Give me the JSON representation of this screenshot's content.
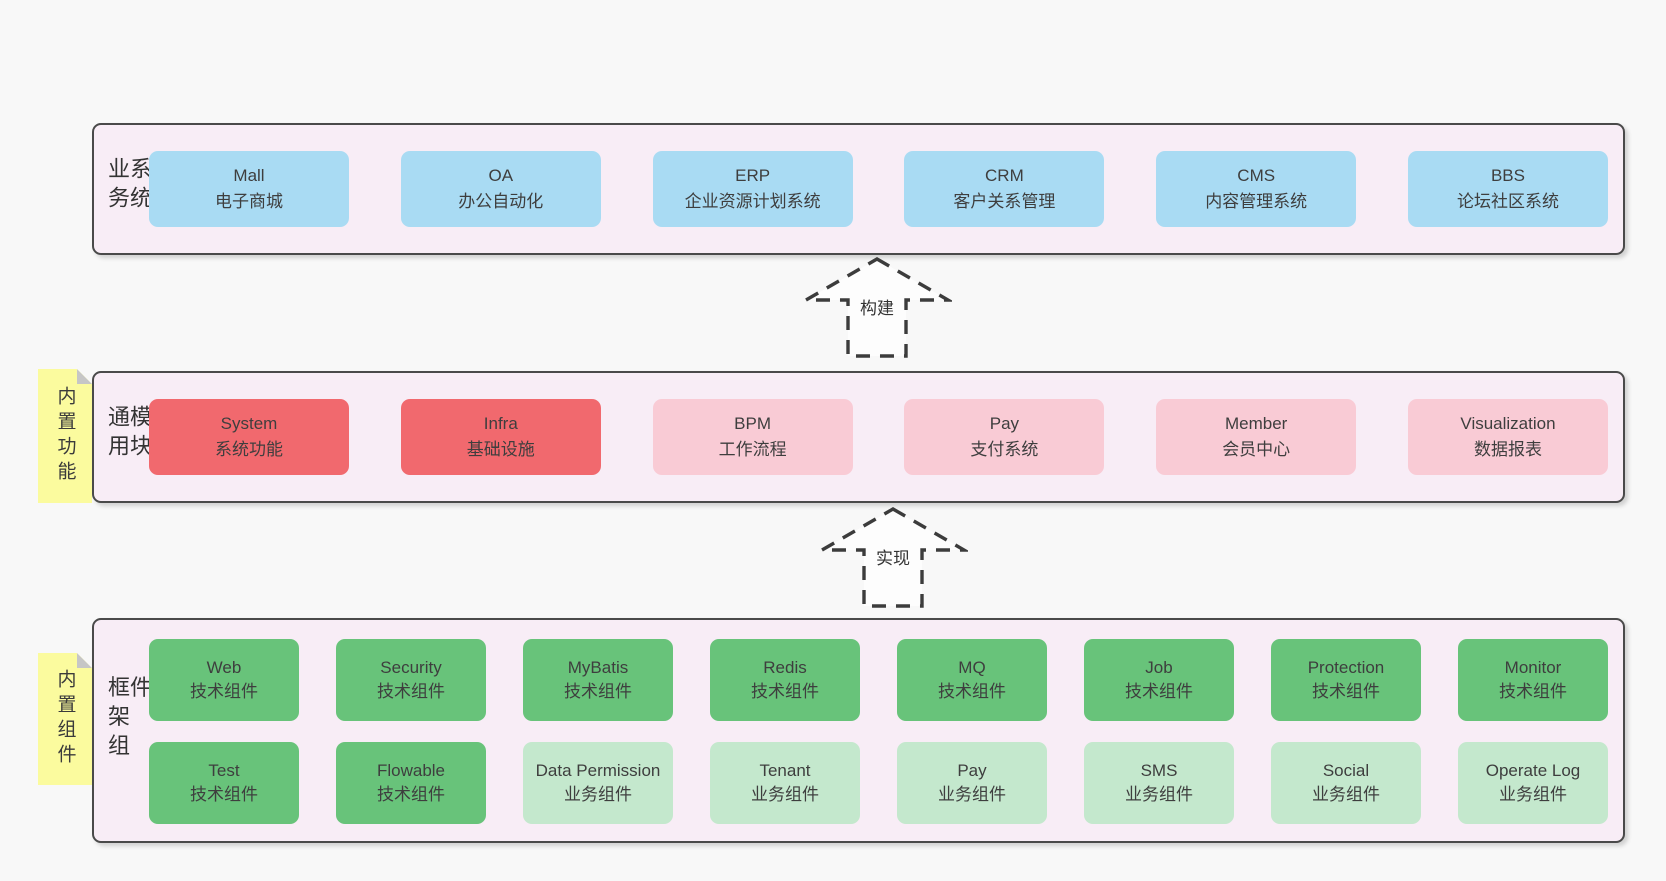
{
  "layers": {
    "business": {
      "side_label": "业务系统",
      "items": [
        {
          "en": "Mall",
          "zh": "电子商城"
        },
        {
          "en": "OA",
          "zh": "办公自动化"
        },
        {
          "en": "ERP",
          "zh": "企业资源计划系统"
        },
        {
          "en": "CRM",
          "zh": "客户关系管理"
        },
        {
          "en": "CMS",
          "zh": "内容管理系统"
        },
        {
          "en": "BBS",
          "zh": "论坛社区系统"
        }
      ]
    },
    "modules": {
      "sticky_label": "内置功能",
      "side_label": "通用模块",
      "items": [
        {
          "en": "System",
          "zh": "系统功能"
        },
        {
          "en": "Infra",
          "zh": "基础设施"
        },
        {
          "en": "BPM",
          "zh": "工作流程"
        },
        {
          "en": "Pay",
          "zh": "支付系统"
        },
        {
          "en": "Member",
          "zh": "会员中心"
        },
        {
          "en": "Visualization",
          "zh": "数据报表"
        }
      ]
    },
    "components": {
      "sticky_label": "内置组件",
      "side_label": "框架组件",
      "row1": [
        {
          "en": "Web",
          "zh": "技术组件"
        },
        {
          "en": "Security",
          "zh": "技术组件"
        },
        {
          "en": "MyBatis",
          "zh": "技术组件"
        },
        {
          "en": "Redis",
          "zh": "技术组件"
        },
        {
          "en": "MQ",
          "zh": "技术组件"
        },
        {
          "en": "Job",
          "zh": "技术组件"
        },
        {
          "en": "Protection",
          "zh": "技术组件"
        },
        {
          "en": "Monitor",
          "zh": "技术组件"
        }
      ],
      "row2": [
        {
          "en": "Test",
          "zh": "技术组件"
        },
        {
          "en": "Flowable",
          "zh": "技术组件"
        },
        {
          "en": "Data Permission",
          "zh": "业务组件"
        },
        {
          "en": "Tenant",
          "zh": "业务组件"
        },
        {
          "en": "Pay",
          "zh": "业务组件"
        },
        {
          "en": "SMS",
          "zh": "业务组件"
        },
        {
          "en": "Social",
          "zh": "业务组件"
        },
        {
          "en": "Operate Log",
          "zh": "业务组件"
        }
      ]
    }
  },
  "arrows": {
    "build": "构建",
    "implement": "实现"
  },
  "colors": {
    "page_bg": "#f8f8f8",
    "layer_bg": "#f8edf6",
    "blue": "#a9dbf3",
    "red": "#f1696e",
    "pink": "#f9cbd5",
    "green": "#68c37a",
    "light_green": "#c4e8cd",
    "sticky_yellow": "#fbfb9e"
  }
}
